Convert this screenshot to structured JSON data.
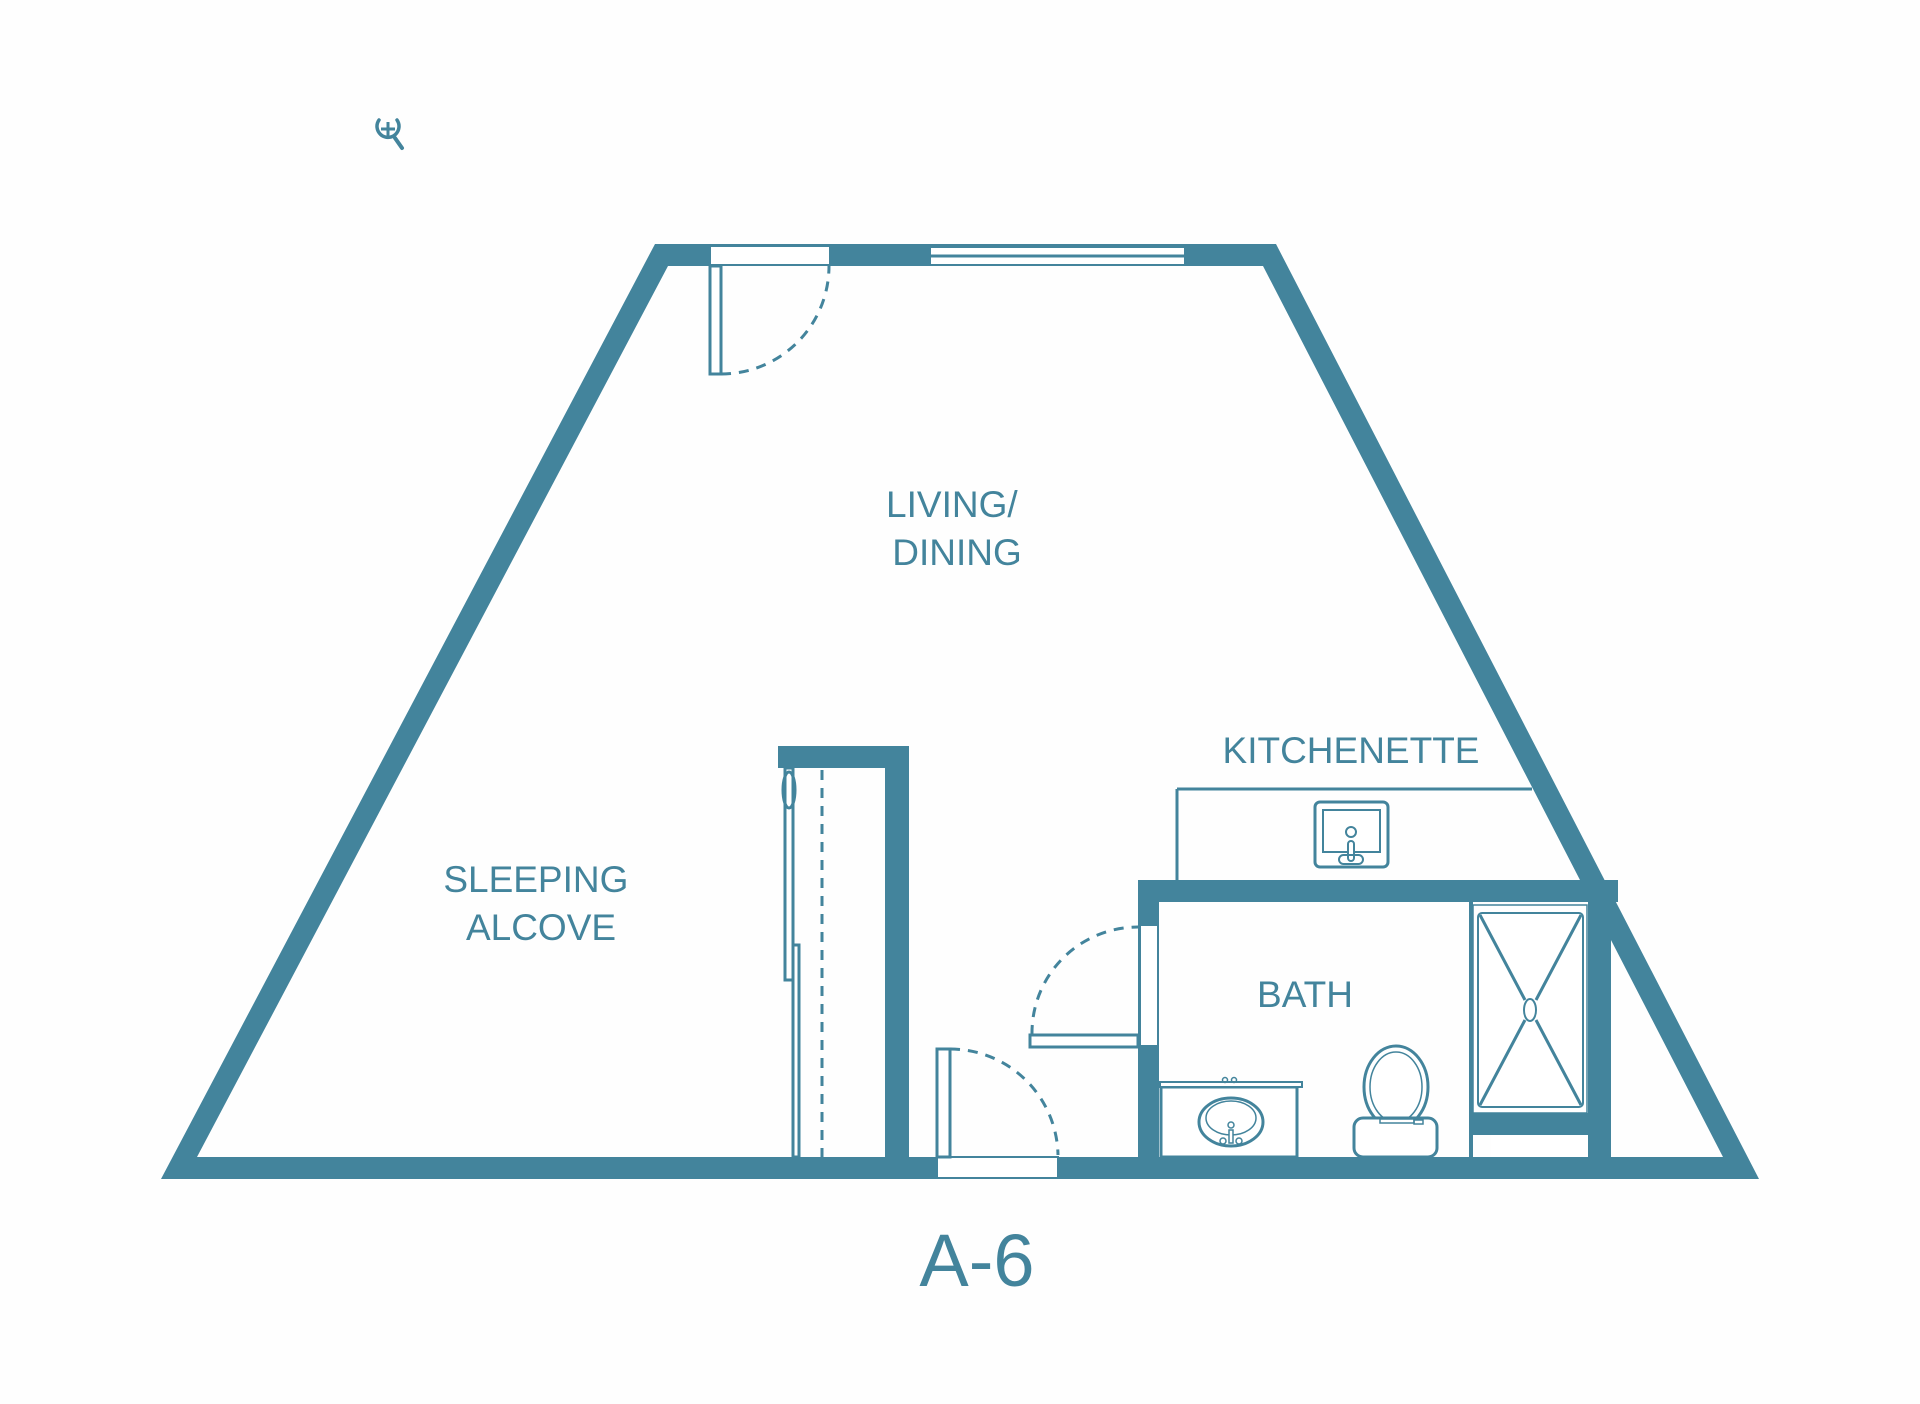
{
  "plan": {
    "unit_name": "A-6",
    "wall_color": "#43849c",
    "background_color": "#fefefe",
    "rooms": [
      {
        "id": "living",
        "lines": [
          "LIVING/",
          "DINING"
        ]
      },
      {
        "id": "sleeping",
        "lines": [
          "SLEEPING",
          "ALCOVE"
        ]
      },
      {
        "id": "kitchenette",
        "lines": [
          "KITCHENETTE"
        ]
      },
      {
        "id": "bath",
        "lines": [
          "BATH"
        ]
      }
    ]
  },
  "controls": {
    "zoom_icon": "zoom-in-icon"
  }
}
